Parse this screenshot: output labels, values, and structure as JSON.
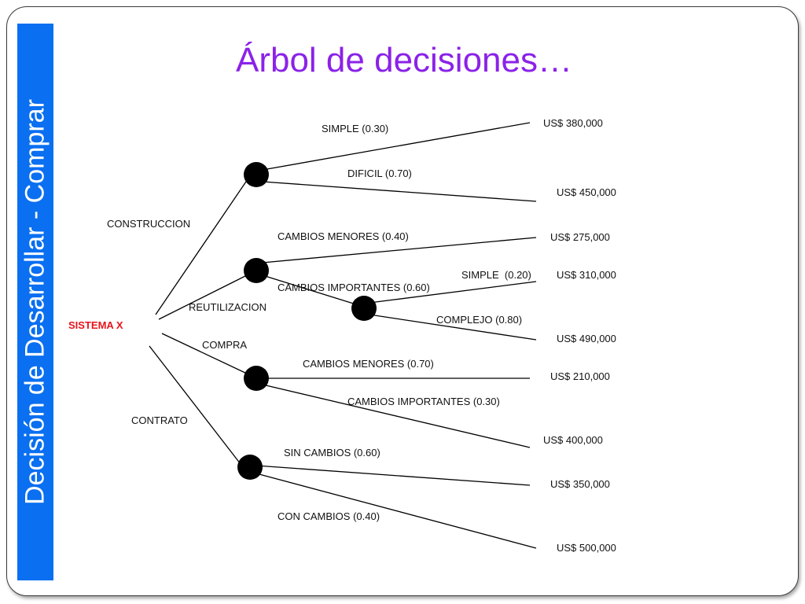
{
  "sidebar": {
    "text": "Decisión de Desarrollar - Comprar",
    "color": "#0a6ff0"
  },
  "title": {
    "text": "Árbol de decisiones…",
    "color": "#8b22e8"
  },
  "tree": {
    "root": {
      "label": "SISTEMA X",
      "color": "#e8141b"
    },
    "branches": {
      "construccion": "CONSTRUCCION",
      "reutilizacion": "REUTILIZACION",
      "compra": "COMPRA",
      "contrato": "CONTRATO"
    },
    "edges": {
      "construccion_simple": "SIMPLE (0.30)",
      "construccion_dificil": "DIFICIL (0.70)",
      "reutilizacion_menores": "CAMBIOS MENORES (0.40)",
      "reutilizacion_importantes": "CAMBIOS IMPORTANTES (0.60)",
      "importantes_simple": "SIMPLE  (0.20)",
      "importantes_complejo": "COMPLEJO (0.80)",
      "compra_menores": "CAMBIOS MENORES (0.70)",
      "compra_importantes": "CAMBIOS IMPORTANTES (0.30)",
      "contrato_sin": "SIN CAMBIOS (0.60)",
      "contrato_con": "CON CAMBIOS (0.40)"
    },
    "outcomes": {
      "construccion_simple": "US$ 380,000",
      "construccion_dificil": "US$ 450,000",
      "reutilizacion_menores": "US$ 275,000",
      "importantes_simple": "US$ 310,000",
      "importantes_complejo": "US$ 490,000",
      "compra_menores": "US$ 210,000",
      "compra_importantes": "US$ 400,000",
      "contrato_sin": "US$ 350,000",
      "contrato_con": "US$ 500,000"
    }
  }
}
